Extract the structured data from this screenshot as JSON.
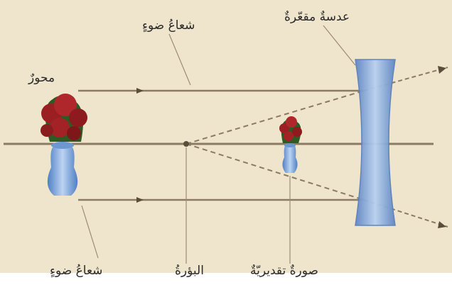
{
  "labels": {
    "lens": "عدسةٌ مقعّرةٌ",
    "ray_top": "شعاعُ ضوءٍ",
    "axis": "محورٌ",
    "ray_bottom": "شعاعُ ضوءٍ",
    "focus": "البؤرةُ",
    "virtual_image": "صورةٌ تقديريّةٌ"
  },
  "colors": {
    "paper": "#efe4cc",
    "ray": "#8b7b62",
    "lens": "#7fa3d6",
    "flower": "#9a1e22",
    "vase": "#7aa6da"
  }
}
